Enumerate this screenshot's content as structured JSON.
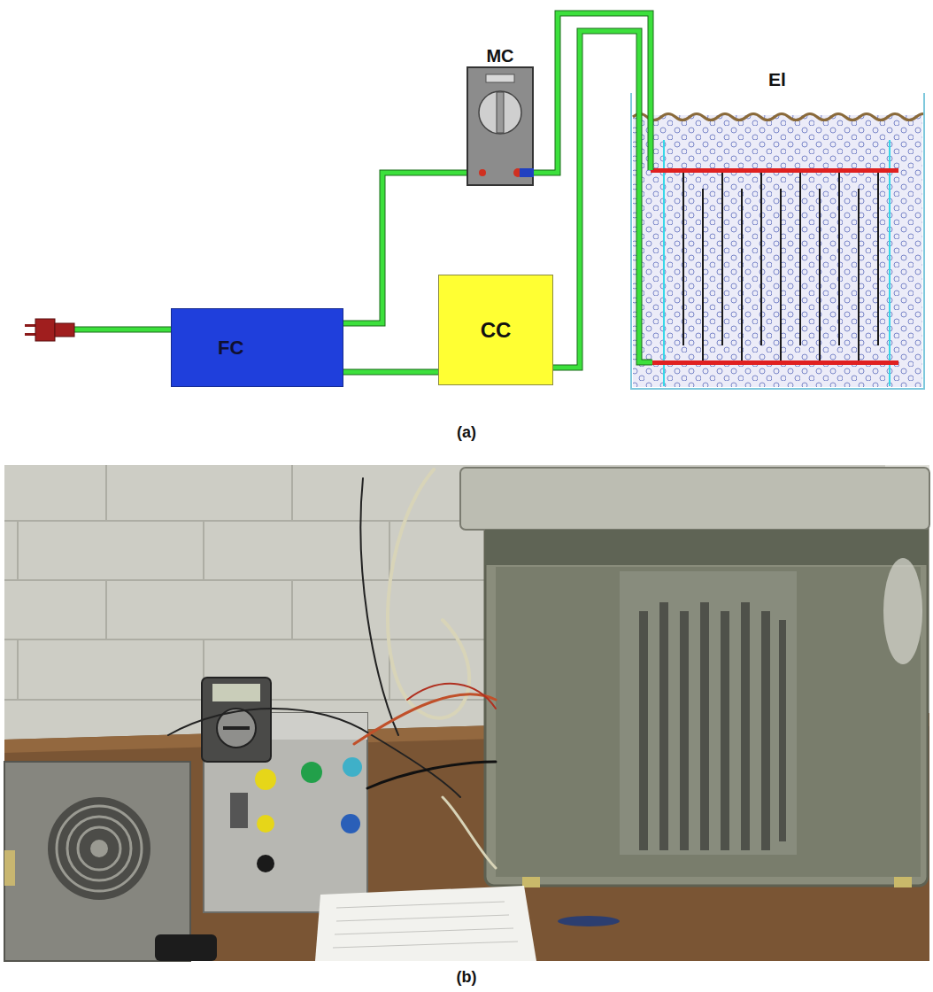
{
  "diagram": {
    "nodes": [
      {
        "text": [
          "FC"
        ]
      },
      {
        "text": [
          "CC"
        ]
      },
      {
        "text": [
          "MC"
        ]
      },
      {
        "text": [
          "El"
        ]
      }
    ],
    "edges": [
      {
        "from": 0,
        "to": 2,
        "arrow": "none"
      },
      {
        "from": 2,
        "to": 3,
        "arrow": "none"
      },
      {
        "from": 0,
        "to": 1,
        "arrow": "none"
      },
      {
        "from": 1,
        "to": 3,
        "arrow": "none"
      }
    ],
    "labels": [
      "(a)",
      "(b)"
    ]
  }
}
